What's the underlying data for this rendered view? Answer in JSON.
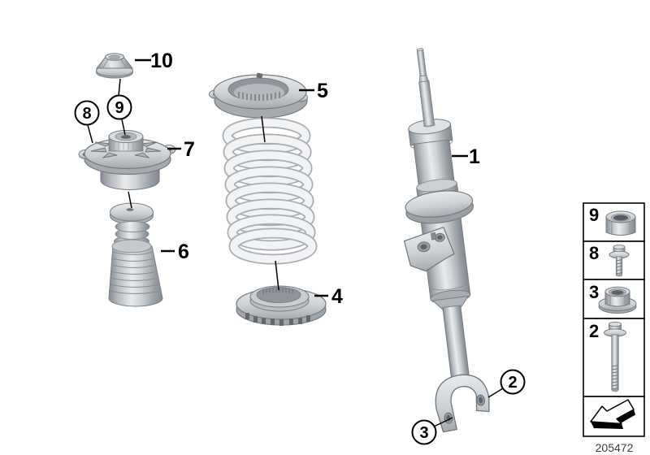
{
  "page": {
    "background": "#ffffff"
  },
  "callouts": {
    "c1": "1",
    "c2": "2",
    "c3": "3",
    "c4": "4",
    "c5": "5",
    "c6": "6",
    "c7": "7",
    "c8": "8",
    "c9": "9",
    "c10": "10"
  },
  "sidebar": {
    "items": [
      {
        "label": "9",
        "icon": "lock-nut"
      },
      {
        "label": "8",
        "icon": "flange-bolt-short"
      },
      {
        "label": "3",
        "icon": "flange-nut"
      },
      {
        "label": "2",
        "icon": "flange-bolt-long"
      },
      {
        "label": "",
        "icon": "direction-arrow"
      }
    ]
  },
  "footer": {
    "doc_number": "205472"
  },
  "colors": {
    "background": "#ffffff",
    "line": "#000000",
    "part_fill": "#c6cacd",
    "part_highlight": "#eceeef",
    "part_shadow": "#8d9297",
    "outline": "#767c81",
    "spring": "#f2f3f4",
    "doc_number_color": "#3d3d3d"
  }
}
